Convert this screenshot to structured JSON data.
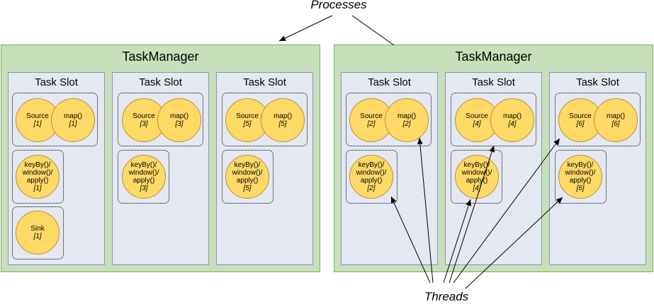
{
  "labels": {
    "processes": "Processes",
    "threads": "Threads"
  },
  "taskmanagers": [
    {
      "title": "TaskManager",
      "slots": [
        {
          "title": "Task Slot",
          "source": {
            "label": "Source",
            "index": "[1]"
          },
          "map": {
            "label": "map()",
            "index": "[1]"
          },
          "keyby": {
            "lines": [
              "keyBy()/",
              "window()/",
              "apply()"
            ],
            "index": "[1]"
          },
          "sink": {
            "label": "Sink",
            "index": "[1]"
          }
        },
        {
          "title": "Task Slot",
          "source": {
            "label": "Source",
            "index": "[3]"
          },
          "map": {
            "label": "map()",
            "index": "[3]"
          },
          "keyby": {
            "lines": [
              "keyBy()/",
              "window()/",
              "apply()"
            ],
            "index": "[3]"
          }
        },
        {
          "title": "Task Slot",
          "source": {
            "label": "Source",
            "index": "[5]"
          },
          "map": {
            "label": "map()",
            "index": "[5]"
          },
          "keyby": {
            "lines": [
              "keyBy()/",
              "window()/",
              "apply()"
            ],
            "index": "[5]"
          }
        }
      ]
    },
    {
      "title": "TaskManager",
      "slots": [
        {
          "title": "Task Slot",
          "source": {
            "label": "Source",
            "index": "[2]"
          },
          "map": {
            "label": "map()",
            "index": "[2]"
          },
          "keyby": {
            "lines": [
              "keyBy()/",
              "window()/",
              "apply()"
            ],
            "index": "[2]"
          }
        },
        {
          "title": "Task Slot",
          "source": {
            "label": "Source",
            "index": "[4]"
          },
          "map": {
            "label": "map()",
            "index": "[4]"
          },
          "keyby": {
            "lines": [
              "keyBy()/",
              "window()/",
              "apply()"
            ],
            "index": "[4]"
          }
        },
        {
          "title": "Task Slot",
          "source": {
            "label": "Source",
            "index": "[6]"
          },
          "map": {
            "label": "map()",
            "index": "[6]"
          },
          "keyby": {
            "lines": [
              "keyBy()/",
              "window()/",
              "apply()"
            ],
            "index": "[6]"
          }
        }
      ]
    }
  ],
  "colors": {
    "taskmanager_fill": "#c7e0bb",
    "taskslot_fill": "#e3e8f2",
    "operator_fill": "#ffd966"
  }
}
